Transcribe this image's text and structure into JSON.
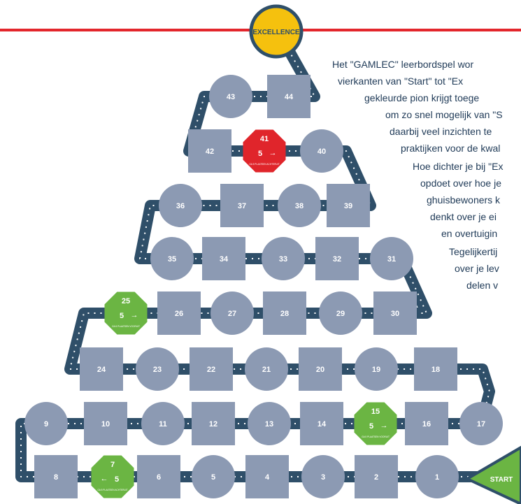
{
  "colors": {
    "red_line": "#e3262c",
    "track": "#2f4f69",
    "tile": "#8c9ab3",
    "finish": "#f5c10e",
    "start": "#6bb543",
    "octagon_red": "#e0252b",
    "octagon_green": "#6bb543",
    "text": "#1f3a57"
  },
  "finish_label": "EXCELLENCE",
  "start_label": "START",
  "intro_lines": [
    "Het \"GAMLEC\" leerbordspel wor",
    "vierkanten van \"Start\" tot \"Ex",
    "gekleurde pion krijgt toege",
    "om zo snel mogelijk van \"S",
    "daarbij veel inzichten te",
    "praktijken voor de kwal",
    "Hoe dichter je bij \"Ex",
    "opdoet over hoe je",
    "ghuisbewoners k",
    "denkt over je ei",
    "en overtuigin",
    "Tegelijkertij",
    "over je lev",
    "delen v"
  ],
  "rows": [
    {
      "tiles": [
        {
          "n": "44",
          "shape": "square"
        },
        {
          "n": "43",
          "shape": "circle"
        }
      ]
    },
    {
      "tiles": [
        {
          "n": "40",
          "shape": "circle"
        },
        {
          "n": "41",
          "shape": "octagon"
        },
        {
          "n": "42",
          "shape": "square"
        }
      ]
    },
    {
      "tiles": [
        {
          "n": "39",
          "shape": "square"
        },
        {
          "n": "38",
          "shape": "circle"
        },
        {
          "n": "37",
          "shape": "square"
        },
        {
          "n": "36",
          "shape": "circle"
        }
      ]
    },
    {
      "tiles": [
        {
          "n": "31",
          "shape": "circle"
        },
        {
          "n": "32",
          "shape": "square"
        },
        {
          "n": "33",
          "shape": "circle"
        },
        {
          "n": "34",
          "shape": "square"
        },
        {
          "n": "35",
          "shape": "circle"
        }
      ]
    },
    {
      "tiles": [
        {
          "n": "30",
          "shape": "square"
        },
        {
          "n": "29",
          "shape": "circle"
        },
        {
          "n": "28",
          "shape": "square"
        },
        {
          "n": "27",
          "shape": "circle"
        },
        {
          "n": "26",
          "shape": "square"
        },
        {
          "n": "25",
          "shape": "octagon"
        }
      ]
    },
    {
      "tiles": [
        {
          "n": "18",
          "shape": "square"
        },
        {
          "n": "19",
          "shape": "circle"
        },
        {
          "n": "20",
          "shape": "square"
        },
        {
          "n": "21",
          "shape": "circle"
        },
        {
          "n": "22",
          "shape": "square"
        },
        {
          "n": "23",
          "shape": "circle"
        },
        {
          "n": "24",
          "shape": "square"
        }
      ]
    },
    {
      "tiles": [
        {
          "n": "17",
          "shape": "circle"
        },
        {
          "n": "16",
          "shape": "square"
        },
        {
          "n": "15",
          "shape": "octagon"
        },
        {
          "n": "14",
          "shape": "square"
        },
        {
          "n": "13",
          "shape": "circle"
        },
        {
          "n": "12",
          "shape": "square"
        },
        {
          "n": "11",
          "shape": "circle"
        },
        {
          "n": "10",
          "shape": "square"
        },
        {
          "n": "9",
          "shape": "circle"
        }
      ]
    },
    {
      "tiles": [
        {
          "n": "1",
          "shape": "circle"
        },
        {
          "n": "2",
          "shape": "square"
        },
        {
          "n": "3",
          "shape": "circle"
        },
        {
          "n": "4",
          "shape": "square"
        },
        {
          "n": "5",
          "shape": "circle"
        },
        {
          "n": "6",
          "shape": "square"
        },
        {
          "n": "7",
          "shape": "octagon"
        },
        {
          "n": "8",
          "shape": "square"
        }
      ]
    }
  ],
  "special_tiles": {
    "41": {
      "steps": "5",
      "direction": "forward",
      "caption": "GA 5 PLAATSEN ACHTERUIT",
      "color": "red"
    },
    "25": {
      "steps": "5",
      "direction": "forward",
      "caption": "GA 5 PLAATSEN VOORUIT",
      "color": "green"
    },
    "15": {
      "steps": "5",
      "direction": "forward",
      "caption": "GA 5 PLAATSEN VOORUIT",
      "color": "green"
    },
    "7": {
      "steps": "5",
      "direction": "back",
      "caption": "GA 5 PLAATSEN ACHTERUIT",
      "color": "green"
    }
  }
}
